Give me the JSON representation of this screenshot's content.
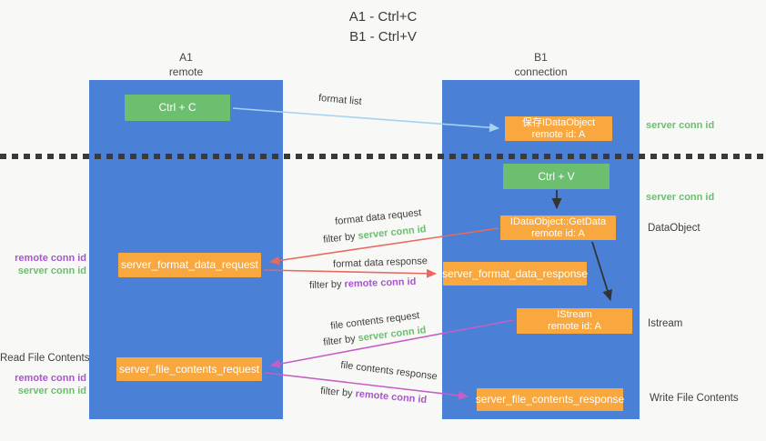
{
  "title": {
    "line1": "A1 - Ctrl+C",
    "line2": "B1 - Ctrl+V"
  },
  "lanes": {
    "a1": {
      "name": "A1",
      "subtitle": "remote"
    },
    "b1": {
      "name": "B1",
      "subtitle": "connection"
    }
  },
  "nodes": {
    "ctrl_c": {
      "label": "Ctrl + C"
    },
    "save_idataobject": {
      "line1": "保存IDataObject",
      "line2": "remote id: A"
    },
    "ctrl_v": {
      "label": "Ctrl + V"
    },
    "getdata": {
      "line1": "IDataObject::GetData",
      "line2": "remote id: A"
    },
    "format_request": {
      "label": "server_format_data_request"
    },
    "format_response": {
      "label": "server_format_data_response"
    },
    "istream": {
      "line1": "IStream",
      "line2": "remote id: A"
    },
    "file_request": {
      "label": "server_file_contents_request"
    },
    "file_response": {
      "label": "server_file_contents_response"
    }
  },
  "edge_labels": {
    "format_list": "format list",
    "format_data_request": "format data request",
    "format_data_response": "format data response",
    "file_contents_request": "file contents request",
    "file_contents_response": "file contents response",
    "filter_by": "filter by "
  },
  "keys": {
    "server_conn_id": "server conn id",
    "remote_conn_id": "remote conn id"
  },
  "side_labels": {
    "dataobject": "DataObject",
    "istream": "Istream",
    "read_file_contents": "Read File Contents",
    "write_file_contents": "Write File Contents"
  },
  "colors": {
    "lane_blue": "#4a80d5",
    "node_green": "#6dbf70",
    "node_orange": "#f8a83f",
    "arrow_red": "#e8695e",
    "arrow_magenta": "#c55fc5",
    "arrow_lightblue": "#a6d2f0",
    "arrow_black": "#333333",
    "text_green": "#6abf6e",
    "text_purple": "#a855cf",
    "text_dark": "#3d3d3d",
    "background": "#f8f8f6"
  }
}
